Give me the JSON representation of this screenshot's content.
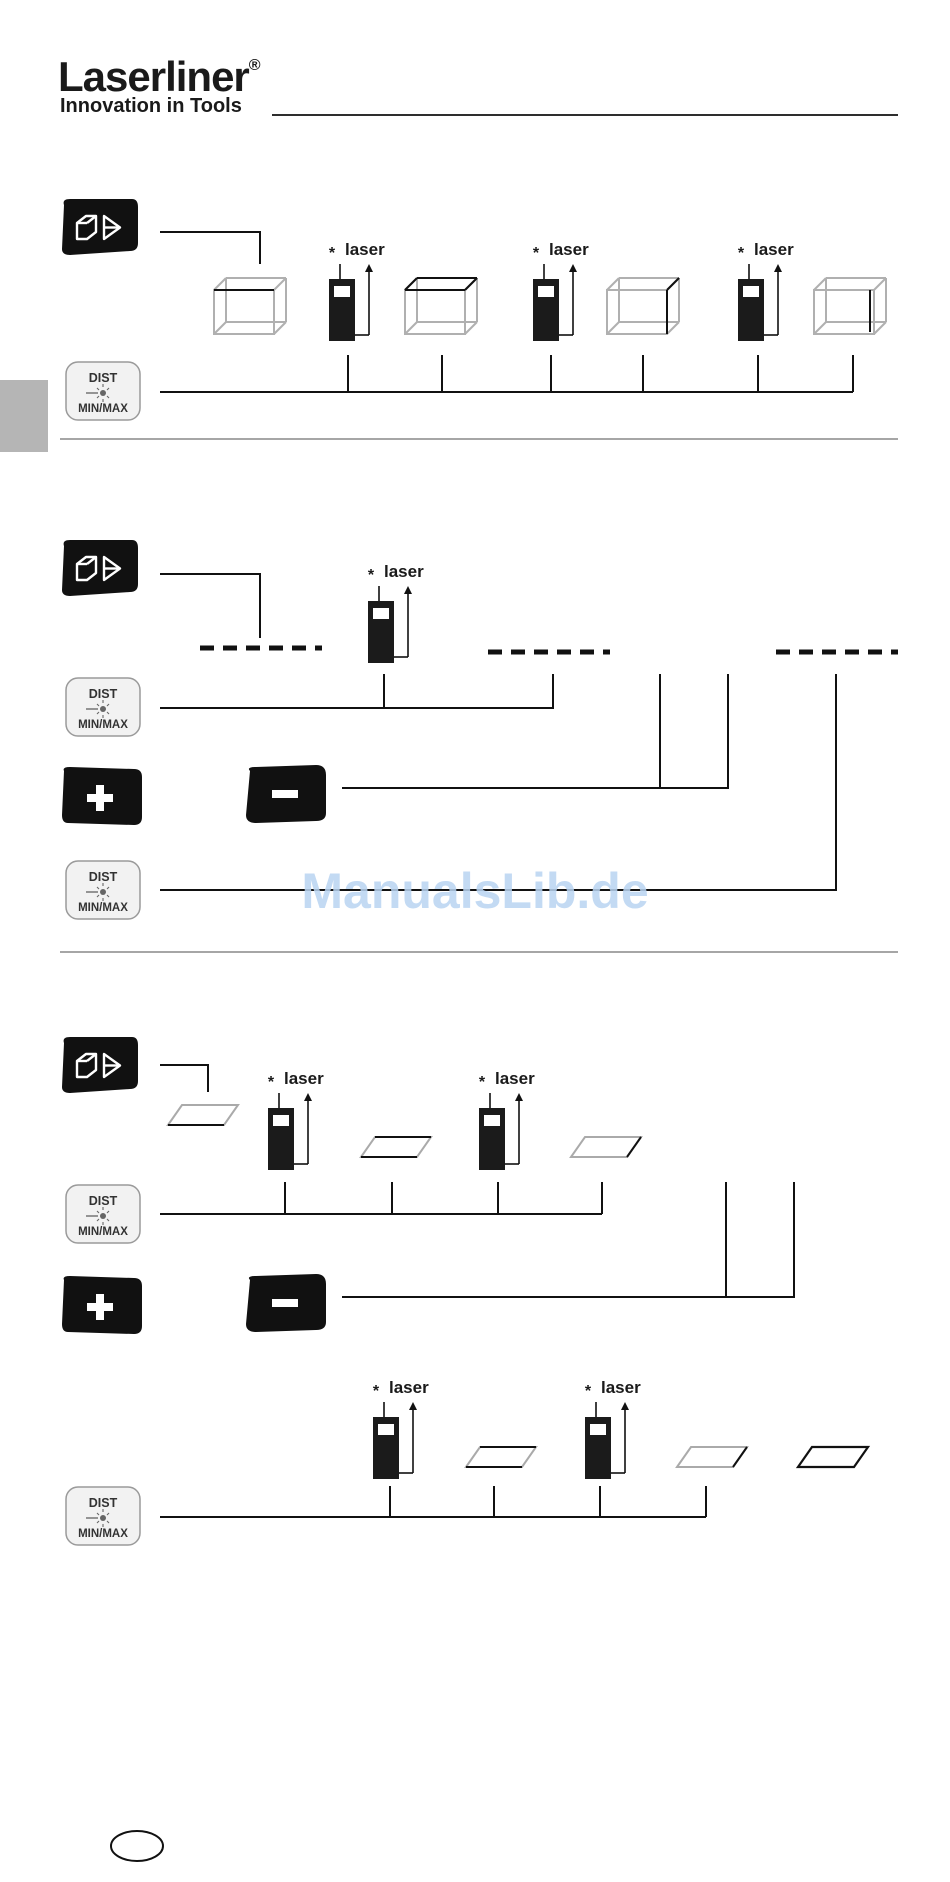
{
  "header": {
    "brand": "Laserliner",
    "registered_mark": "®",
    "tagline": "Innovation in Tools"
  },
  "buttons": {
    "dist_line1": "DIST",
    "dist_line2": "MIN/MAX",
    "plus_symbol": "+",
    "minus_symbol": "−"
  },
  "device": {
    "laser_label": "laser",
    "asterisk": "*"
  },
  "watermark": "ManualsLib.de",
  "colors": {
    "ink": "#1a1a1a",
    "wire_gray": "#aaaaaa",
    "side_tab": "#b5b5b5",
    "watermark": "#b9d4f2"
  },
  "icons": [
    "area-volume-mode-icon",
    "dist-min-max-button",
    "plus-button",
    "minus-button",
    "laser-device-icon",
    "box-outline-icon",
    "parallelogram-area-icon"
  ]
}
